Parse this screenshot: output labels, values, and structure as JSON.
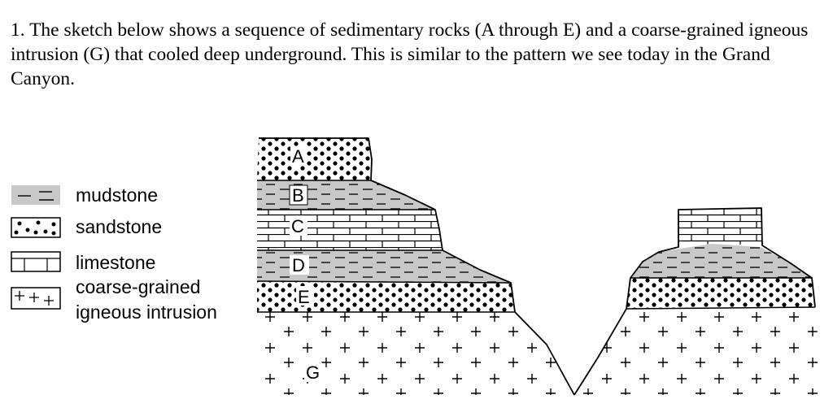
{
  "question": {
    "text": "1. The sketch below shows a sequence of sedimentary rocks (A through E) and a coarse-grained igneous intrusion (G) that cooled deep underground. This is similar to the pattern we see today in the Grand Canyon."
  },
  "legend": {
    "mudstone": "mudstone",
    "sandstone": "sandstone",
    "limestone": "limestone",
    "igneous_line1": "coarse-grained",
    "igneous_line2": "igneous intrusion"
  },
  "layers": {
    "a": "A",
    "b": "B",
    "c": "C",
    "d": "D",
    "e": "E",
    "g": "G"
  },
  "colors": {
    "mudstone_fill": "#c8c8c8",
    "outline": "#000000"
  }
}
